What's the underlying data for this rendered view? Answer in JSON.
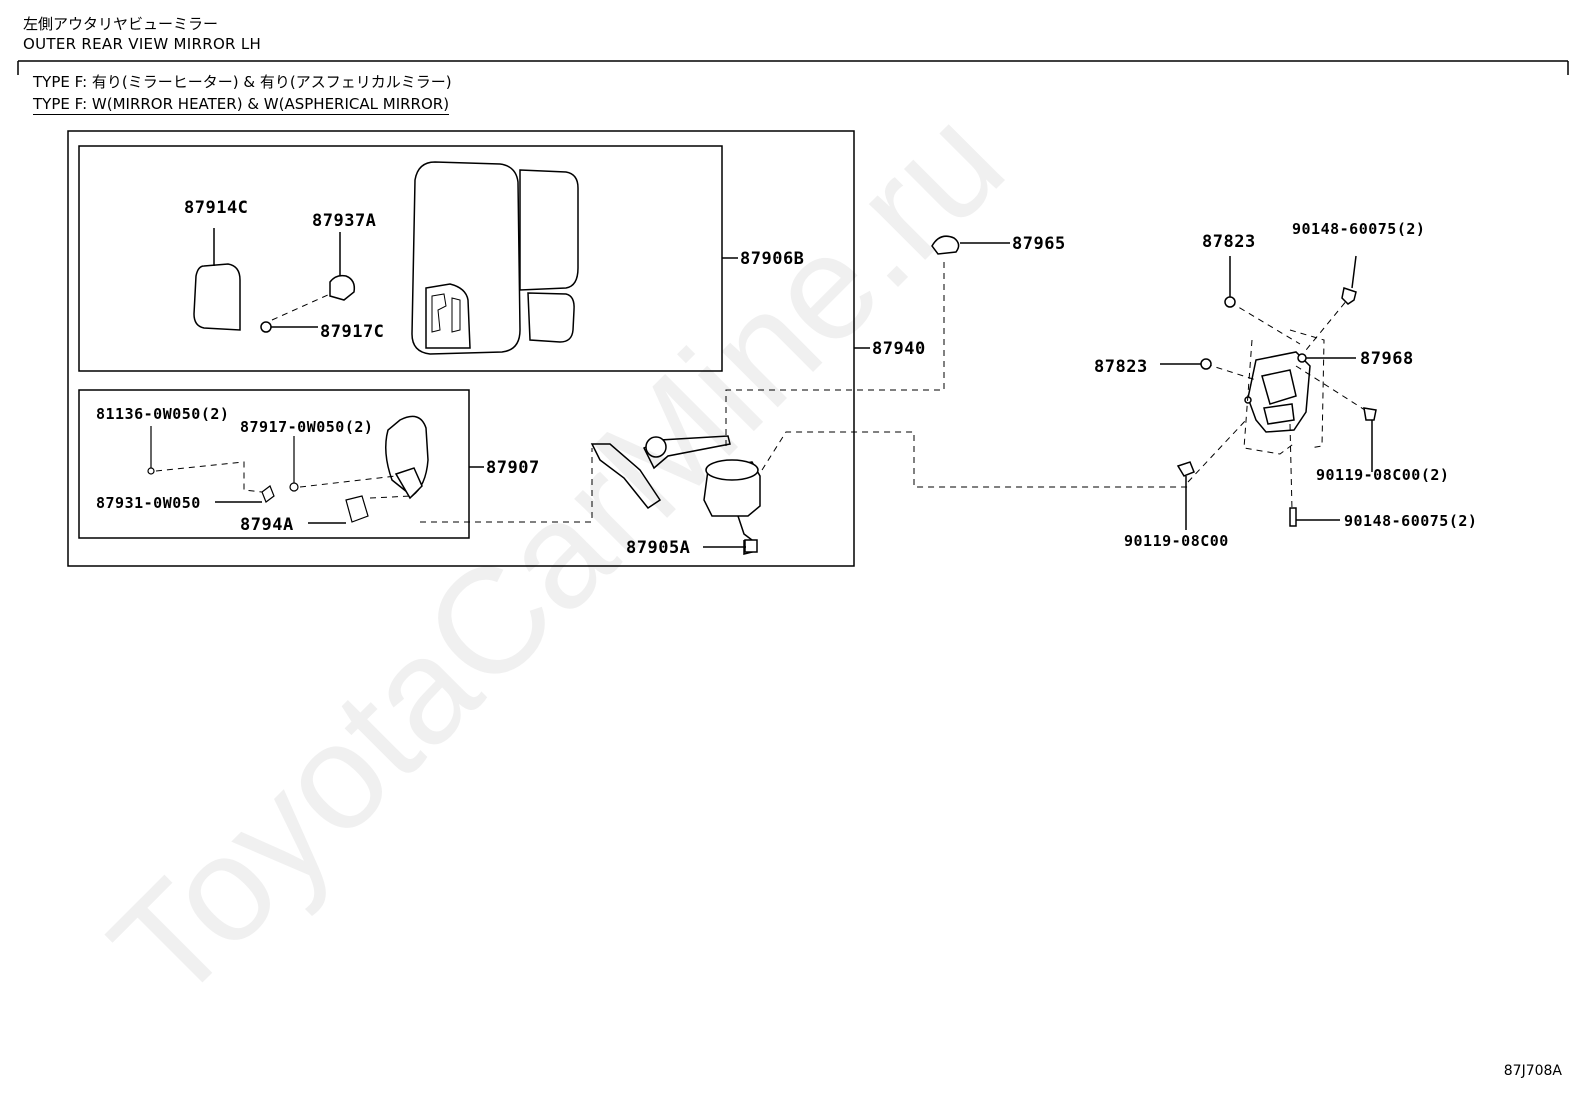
{
  "header": {
    "title_jp": "左側アウタリヤビューミラー",
    "title_en": "OUTER REAR VIEW MIRROR LH"
  },
  "type_notes": {
    "jp": "TYPE F:  有り(ミラーヒーター) & 有り(アスフェリカルミラー)",
    "en": "TYPE F:  W(MIRROR HEATER) & W(ASPHERICAL MIRROR)"
  },
  "parts": {
    "p87914C": "87914C",
    "p87937A": "87937A",
    "p87906B": "87906B",
    "p87917C": "87917C",
    "p87940": "87940",
    "p81136": "81136-0W050(2)",
    "p87917_0W050": "87917-0W050(2)",
    "p87931": "87931-0W050",
    "p8794A": "8794A",
    "p87907": "87907",
    "p87905A": "87905A",
    "p87965": "87965",
    "p87823_top": "87823",
    "p87823_mid": "87823",
    "p90148_top": "90148-60075(2)",
    "p87968": "87968",
    "p90119_right": "90119-08C00(2)",
    "p90148_bottom": "90148-60075(2)",
    "p90119_bottom": "90119-08C00"
  },
  "watermark": "ToyotaCarMine.ru",
  "diagram_code": "87J708A"
}
